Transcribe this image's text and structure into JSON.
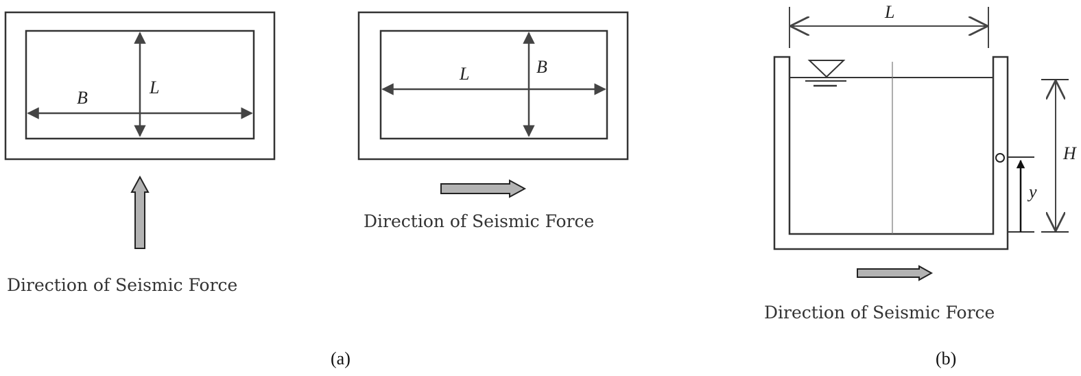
{
  "panel_a": {
    "left": {
      "width_label": "B",
      "length_label": "L",
      "caption": "Direction of Seismic Force"
    },
    "right": {
      "length_label": "L",
      "width_label": "B",
      "caption": "Direction of Seismic Force"
    },
    "sub_label": "(a)"
  },
  "panel_b": {
    "length_label": "L",
    "height_label": "H",
    "y_label": "y",
    "caption": "Direction of Seismic Force",
    "sub_label": "(b)"
  },
  "colors": {
    "line": "#333333",
    "arrow_fill": "#b3b3b3"
  }
}
